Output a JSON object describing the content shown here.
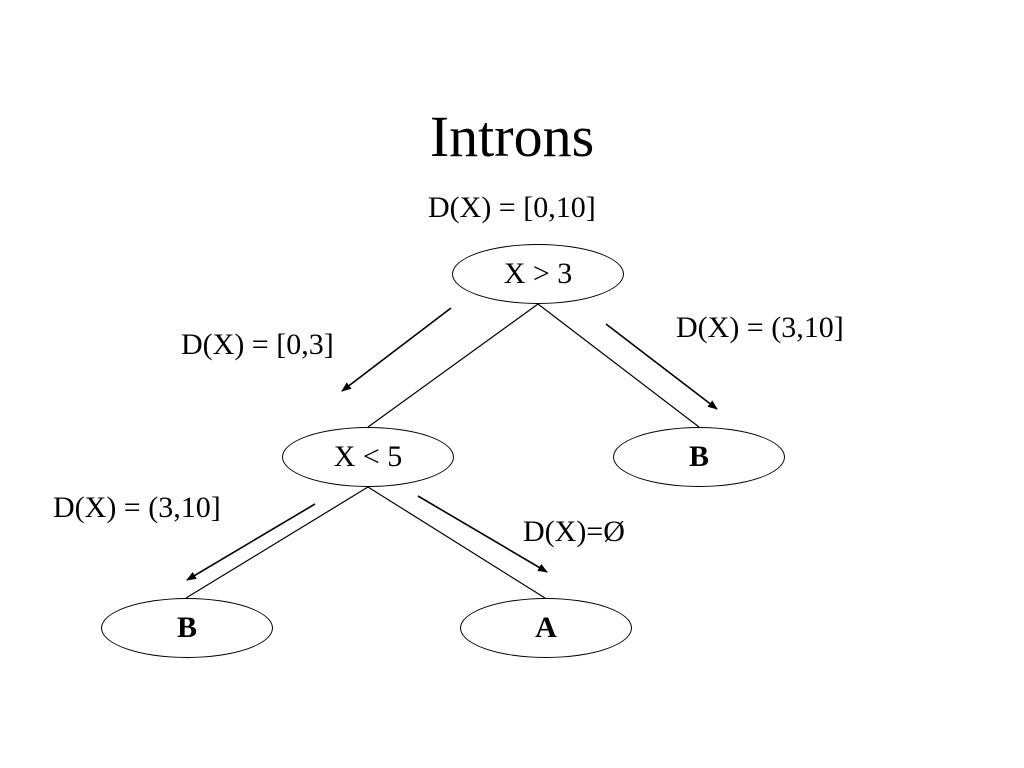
{
  "title": "Introns",
  "domain_labels": {
    "root": "D(X) = [0,10]",
    "root_left": "D(X) = [0,3]",
    "root_right": "D(X) = (3,10]",
    "inner_left": "D(X) = (3,10]",
    "inner_right": "D(X)=Ø"
  },
  "nodes": {
    "root": "X > 3",
    "inner": "X < 5",
    "right_leaf": "B",
    "left_leaf": "B",
    "middle_leaf": "A"
  },
  "colors": {
    "line": "#000000",
    "background": "#ffffff"
  }
}
